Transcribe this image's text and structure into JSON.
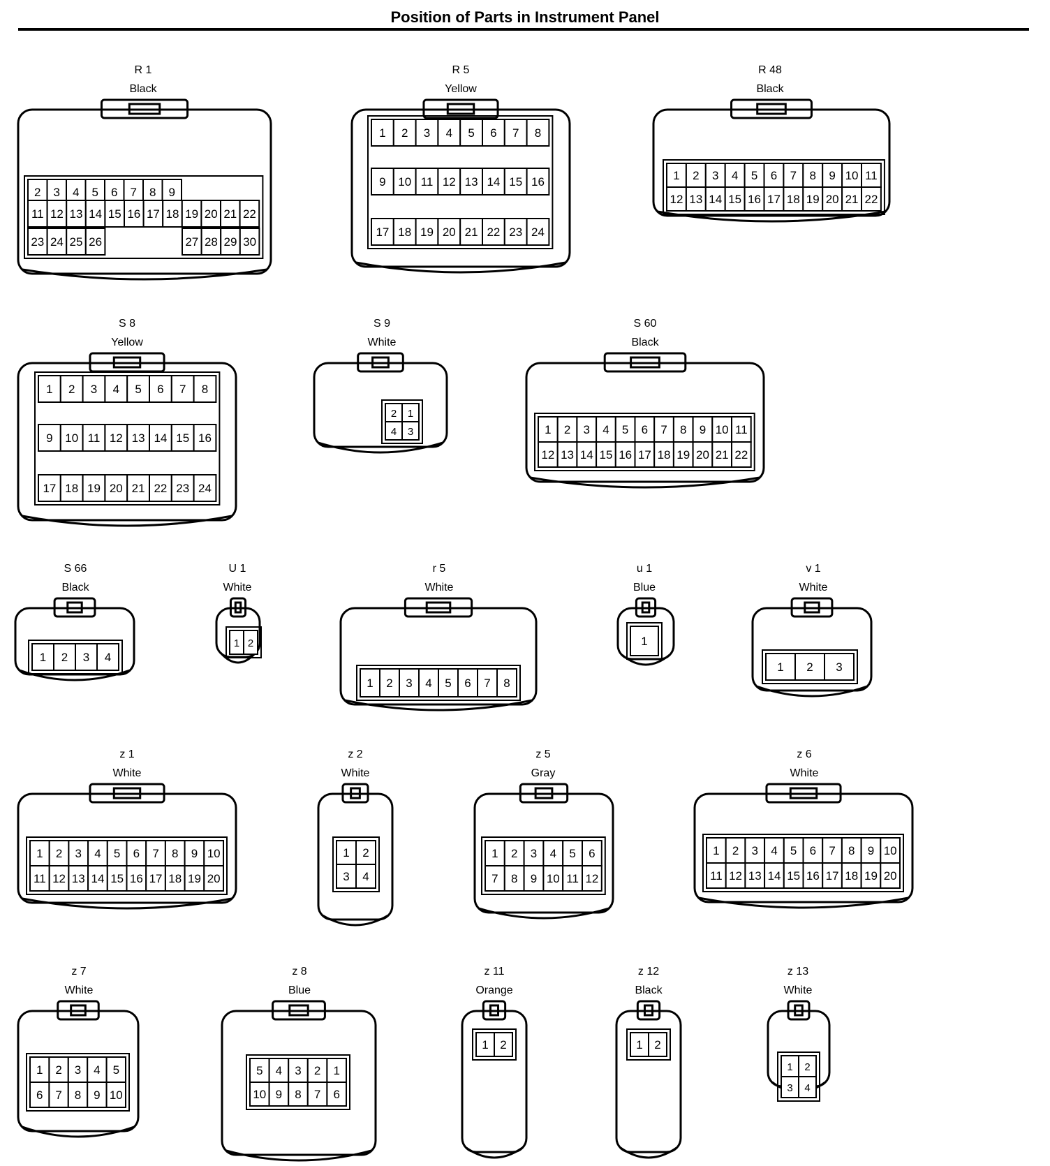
{
  "page_title": "Position of Parts in Instrument Panel",
  "connectors": [
    {
      "id": "R 1",
      "color": "Black"
    },
    {
      "id": "R 5",
      "color": "Yellow"
    },
    {
      "id": "R 48",
      "color": "Black"
    },
    {
      "id": "S 8",
      "color": "Yellow"
    },
    {
      "id": "S 9",
      "color": "White"
    },
    {
      "id": "S 60",
      "color": "Black"
    },
    {
      "id": "S 66",
      "color": "Black"
    },
    {
      "id": "U 1",
      "color": "White"
    },
    {
      "id": "r 5",
      "color": "White"
    },
    {
      "id": "u 1",
      "color": "Blue"
    },
    {
      "id": "v 1",
      "color": "White"
    },
    {
      "id": "z 1",
      "color": "White"
    },
    {
      "id": "z 2",
      "color": "White"
    },
    {
      "id": "z 5",
      "color": "Gray"
    },
    {
      "id": "z 6",
      "color": "White"
    },
    {
      "id": "z 7",
      "color": "White"
    },
    {
      "id": "z 8",
      "color": "Blue"
    },
    {
      "id": "z 11",
      "color": "Orange"
    },
    {
      "id": "z 12",
      "color": "Black"
    },
    {
      "id": "z 13",
      "color": "White"
    }
  ]
}
